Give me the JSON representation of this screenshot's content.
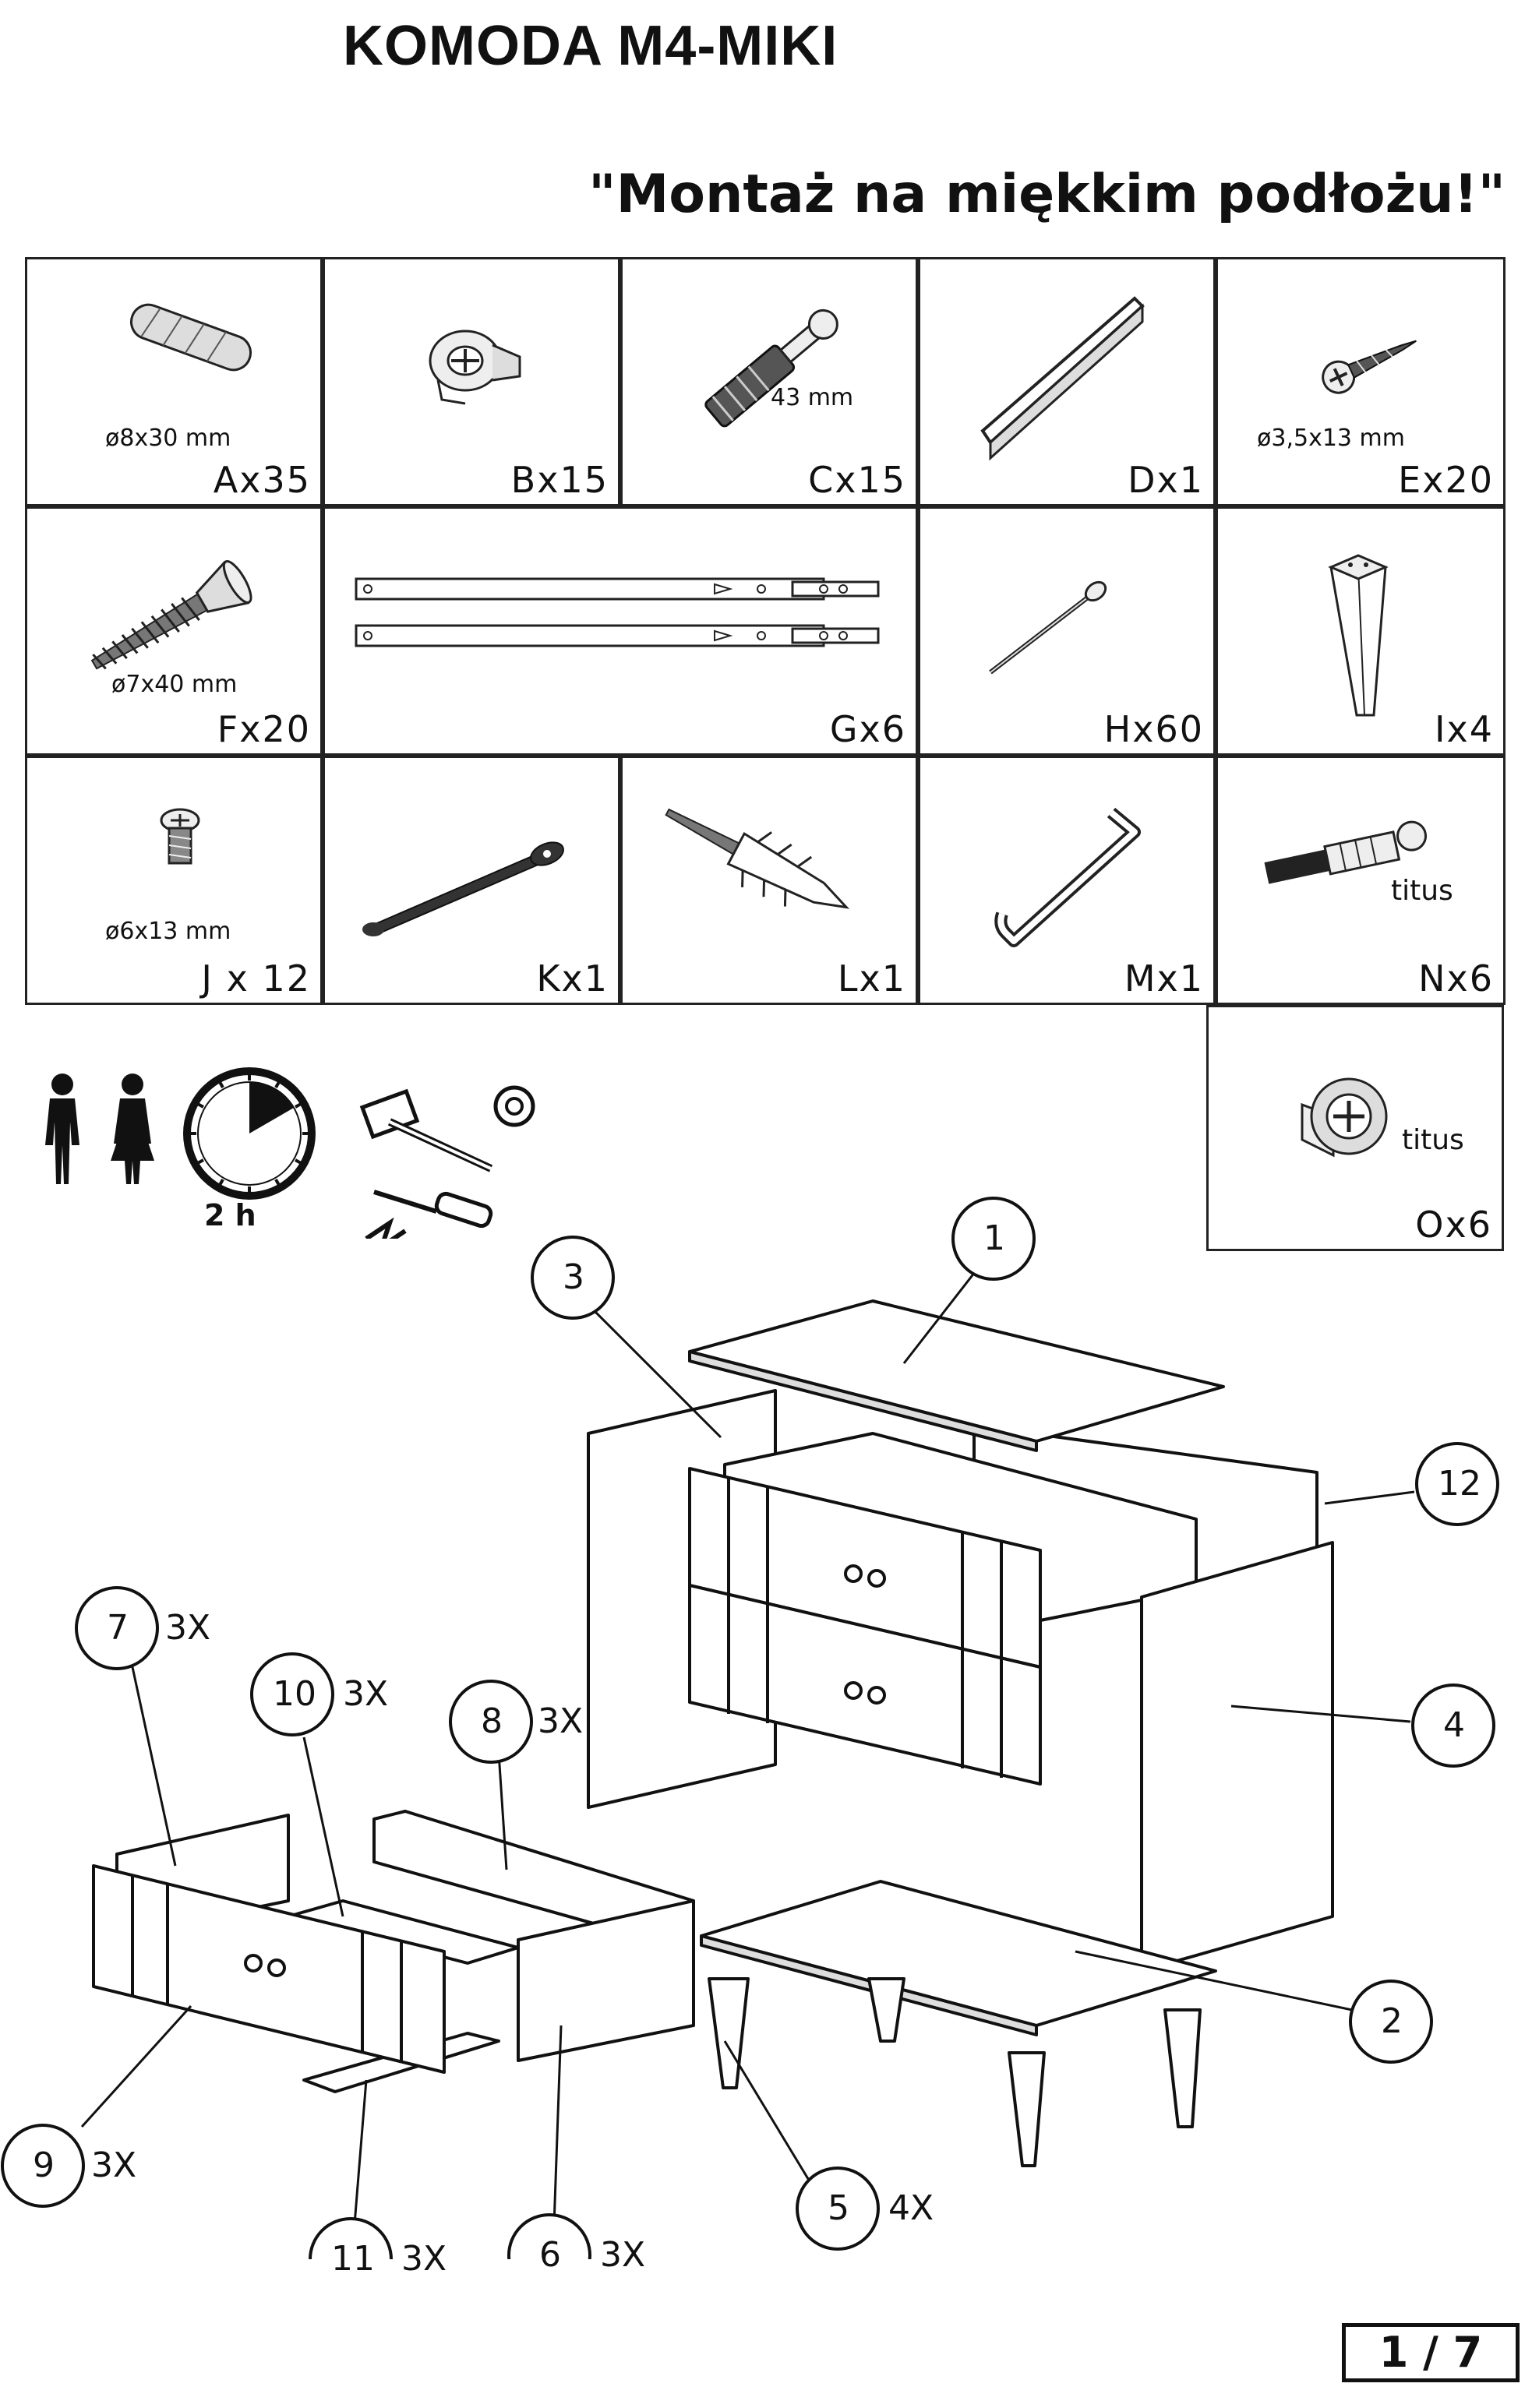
{
  "title": "KOMODA M4-MIKI",
  "note": "\"Montaż na miękkim podłożu!\"",
  "parts": [
    {
      "id": "A",
      "label": "Ax35",
      "dim": "ø8x30 mm",
      "icon": "dowel-icon"
    },
    {
      "id": "B",
      "label": "Bx15",
      "dim": "",
      "icon": "cam-lock-icon"
    },
    {
      "id": "C",
      "label": "Cx15",
      "dim": "43 mm",
      "icon": "cam-bolt-icon"
    },
    {
      "id": "D",
      "label": "Dx1",
      "dim": "",
      "icon": "back-strip-icon"
    },
    {
      "id": "E",
      "label": "Ex20",
      "dim": "ø3,5x13 mm",
      "icon": "wood-screw-icon"
    },
    {
      "id": "F",
      "label": "Fx20",
      "dim": "ø7x40 mm",
      "icon": "confirmat-screw-icon"
    },
    {
      "id": "G",
      "label": "Gx6",
      "dim": "",
      "icon": "drawer-runner-icon"
    },
    {
      "id": "H",
      "label": "Hx60",
      "dim": "",
      "icon": "nail-icon"
    },
    {
      "id": "I",
      "label": "Ix4",
      "dim": "",
      "icon": "tapered-leg-icon"
    },
    {
      "id": "J",
      "label": "J x 12",
      "dim": "ø6x13 mm",
      "icon": "short-screw-icon"
    },
    {
      "id": "K",
      "label": "Kx1",
      "dim": "",
      "icon": "anti-tip-strap-icon"
    },
    {
      "id": "L",
      "label": "Lx1",
      "dim": "",
      "icon": "wall-plug-icon"
    },
    {
      "id": "M",
      "label": "Mx1",
      "dim": "",
      "icon": "allen-key-icon"
    },
    {
      "id": "N",
      "label": "Nx6",
      "dim": "titus",
      "icon": "titus-bolt-icon"
    },
    {
      "id": "O",
      "label": "Ox6",
      "dim": "titus",
      "icon": "titus-cam-icon"
    }
  ],
  "assembly_time": "2 h",
  "callouts": [
    {
      "num": "1",
      "qty": ""
    },
    {
      "num": "2",
      "qty": ""
    },
    {
      "num": "3",
      "qty": ""
    },
    {
      "num": "4",
      "qty": ""
    },
    {
      "num": "5",
      "qty": "4X"
    },
    {
      "num": "6",
      "qty": "3X"
    },
    {
      "num": "7",
      "qty": "3X"
    },
    {
      "num": "8",
      "qty": "3X"
    },
    {
      "num": "9",
      "qty": "3X"
    },
    {
      "num": "10",
      "qty": "3X"
    },
    {
      "num": "11",
      "qty": "3X"
    },
    {
      "num": "12",
      "qty": ""
    }
  ],
  "page": "1 / 7"
}
